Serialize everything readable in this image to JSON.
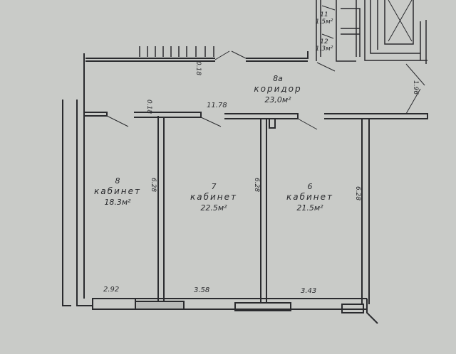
{
  "colors": {
    "paper": "#c9cbc8",
    "ink": "#2a2b2e"
  },
  "rooms": [
    {
      "number": "8",
      "name": "кабинет",
      "area": "18.3м²"
    },
    {
      "number": "7",
      "name": "кабинет",
      "area": "22.5м²"
    },
    {
      "number": "6",
      "name": "кабинет",
      "area": "21.5м²"
    },
    {
      "number": "8а",
      "name": "коридор",
      "area": "23,0м²"
    },
    {
      "number": "11",
      "area": "1.5м²"
    },
    {
      "number": "12",
      "area": "1.3м²"
    }
  ],
  "dimensions": {
    "corridor_length": "11.78",
    "corridor_width": "1.96",
    "wall_a": "0.18",
    "wall_b": "0.18",
    "height_8": "6.28",
    "height_7": "6.28",
    "height_6": "6.28",
    "width_8": "2.92",
    "width_7": "3.58",
    "width_6": "3.43"
  }
}
